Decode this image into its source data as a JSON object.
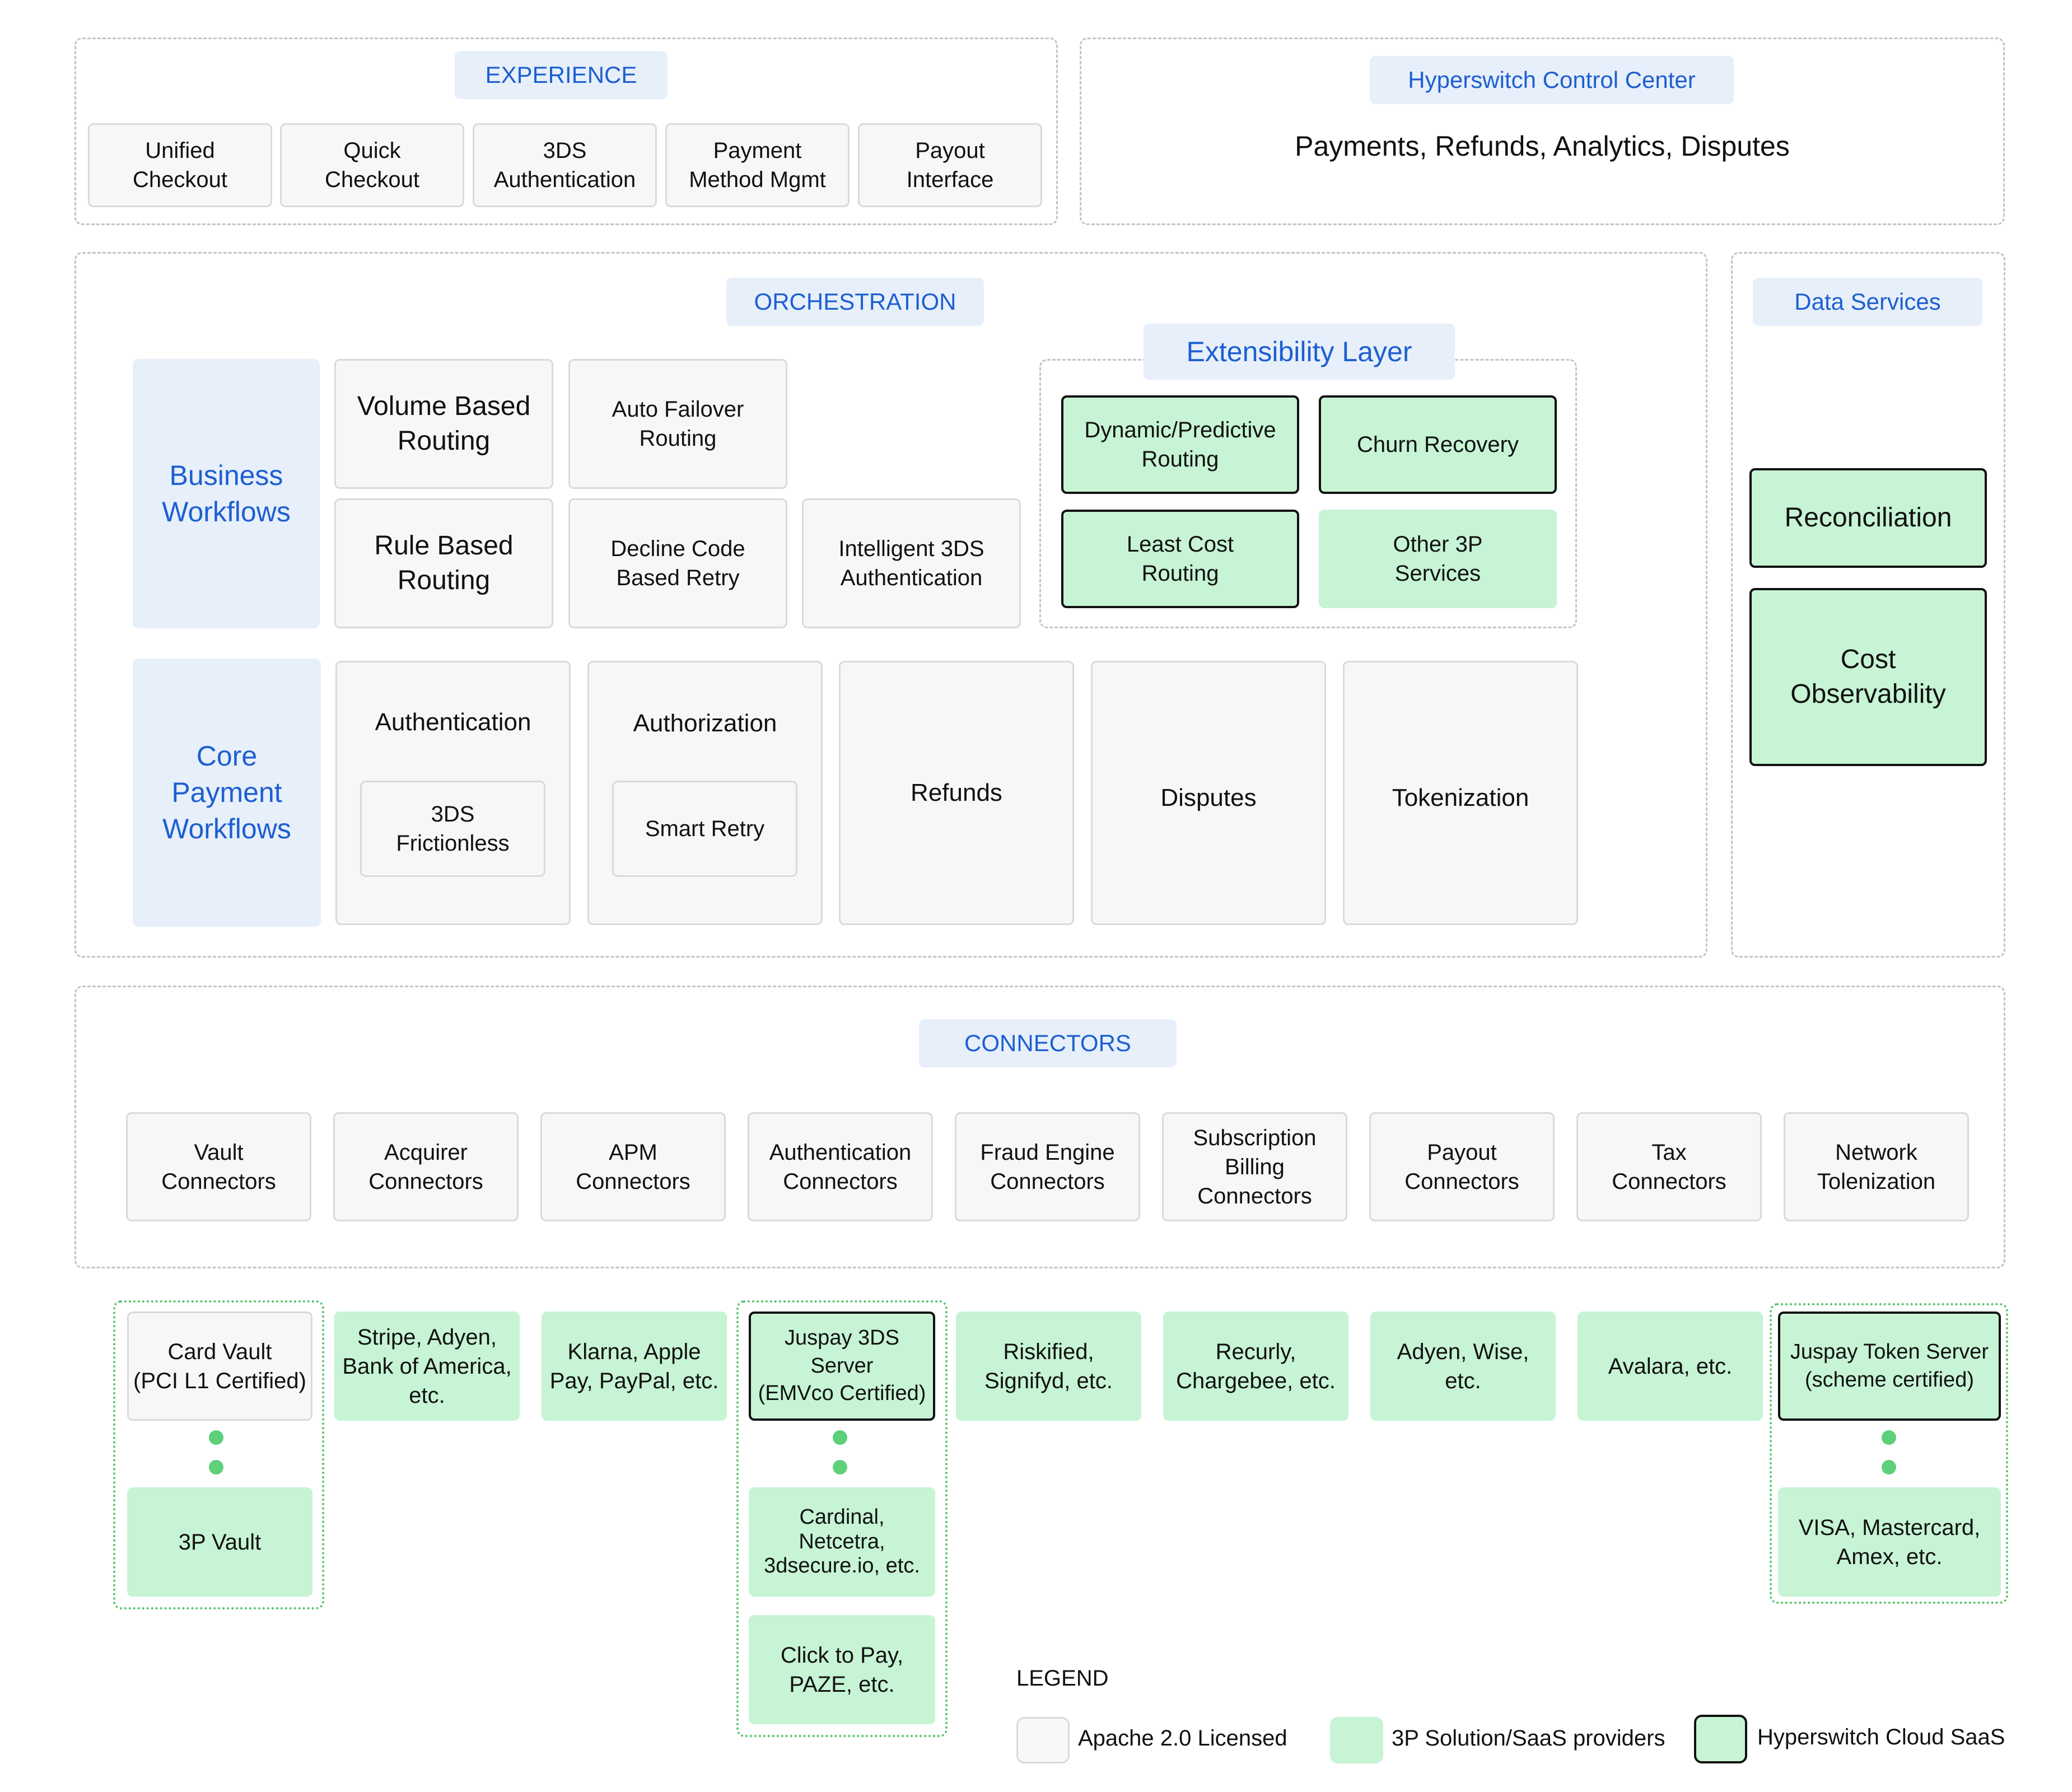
{
  "experience": {
    "title": "EXPERIENCE",
    "items": [
      "Unified\nCheckout",
      "Quick\nCheckout",
      "3DS\nAuthentication",
      "Payment\nMethod Mgmt",
      "Payout\nInterface"
    ]
  },
  "control_center": {
    "title": "Hyperswitch Control Center",
    "subtitle": "Payments, Refunds, Analytics, Disputes"
  },
  "orchestration": {
    "title": "ORCHESTRATION",
    "business_workflows": {
      "label": "Business\nWorkflows",
      "items": [
        "Volume Based\nRouting",
        "Auto Failover\nRouting",
        "Rule Based\nRouting",
        "Decline Code\nBased Retry",
        "Intelligent 3DS\nAuthentication"
      ]
    },
    "extensibility": {
      "title": "Extensibility Layer",
      "items": [
        "Dynamic/Predictive\nRouting",
        "Churn Recovery",
        "Least Cost\nRouting",
        "Other 3P\nServices"
      ]
    },
    "core_payment_workflows": {
      "label": "Core\nPayment\nWorkflows",
      "authentication": {
        "title": "Authentication",
        "sub": "3DS\nFrictionless"
      },
      "authorization": {
        "title": "Authorization",
        "sub": "Smart Retry"
      },
      "refunds": "Refunds",
      "disputes": "Disputes",
      "tokenization": "Tokenization"
    }
  },
  "data_services": {
    "title": "Data Services",
    "items": [
      "Reconciliation",
      "Cost\nObservability"
    ]
  },
  "connectors": {
    "title": "CONNECTORS",
    "items": [
      "Vault\nConnectors",
      "Acquirer\nConnectors",
      "APM\nConnectors",
      "Authentication\nConnectors",
      "Fraud Engine\nConnectors",
      "Subscription\nBilling\nConnectors",
      "Payout\nConnectors",
      "Tax\nConnectors",
      "Network\nTolenization"
    ]
  },
  "providers": {
    "card_vault": "Card Vault\n(PCI L1 Certified)",
    "third_party_vault": "3P Vault",
    "acquirers": "Stripe, Adyen,\nBank of America,\netc.",
    "apms": "Klarna, Apple\nPay, PayPal, etc.",
    "juspay_3ds": "Juspay 3DS Server\n(EMVco Certified)",
    "auth_3p": "Cardinal,\nNetcetra,\n3dsecure.io, etc.",
    "click_to_pay": "Click to Pay,\nPAZE, etc.",
    "fraud": "Riskified,\nSignifyd, etc.",
    "billing": "Recurly,\nChargebee, etc.",
    "payout": "Adyen, Wise,\netc.",
    "tax": "Avalara, etc.",
    "juspay_token": "Juspay Token Server\n(scheme certified)",
    "networks": "VISA, Mastercard,\nAmex, etc."
  },
  "legend": {
    "title": "LEGEND",
    "items": [
      "Apache 2.0 Licensed",
      "3P Solution/SaaS providers",
      "Hyperswitch Cloud SaaS"
    ]
  }
}
